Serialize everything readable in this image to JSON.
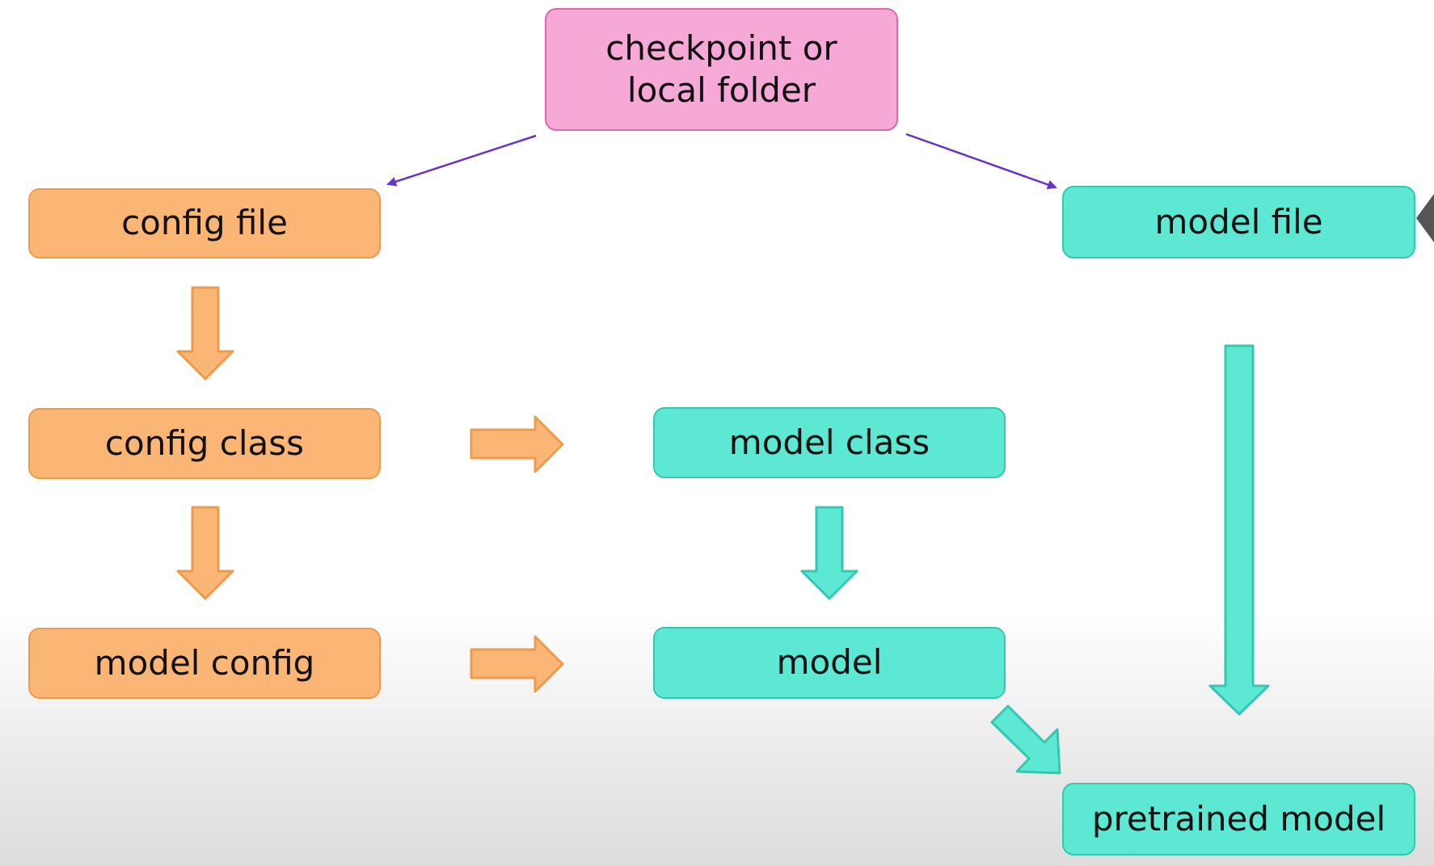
{
  "nodes": {
    "source": "checkpoint or\nlocal folder",
    "config_file": "config file",
    "config_class": "config class",
    "model_config": "model config",
    "model_class": "model class",
    "model": "model",
    "model_file": "model file",
    "pretrained_model": "pretrained model"
  },
  "colors": {
    "config_fill": "#fbb574",
    "config_stroke": "#ee9a4d",
    "model_fill": "#5ce8d2",
    "model_stroke": "#36c7b1",
    "source_fill": "#f6a8d6",
    "source_stroke": "#d86aa9",
    "link_arrow": "#6a33c7"
  },
  "icons": {
    "corner_mark": "cursor-arrow-icon"
  }
}
